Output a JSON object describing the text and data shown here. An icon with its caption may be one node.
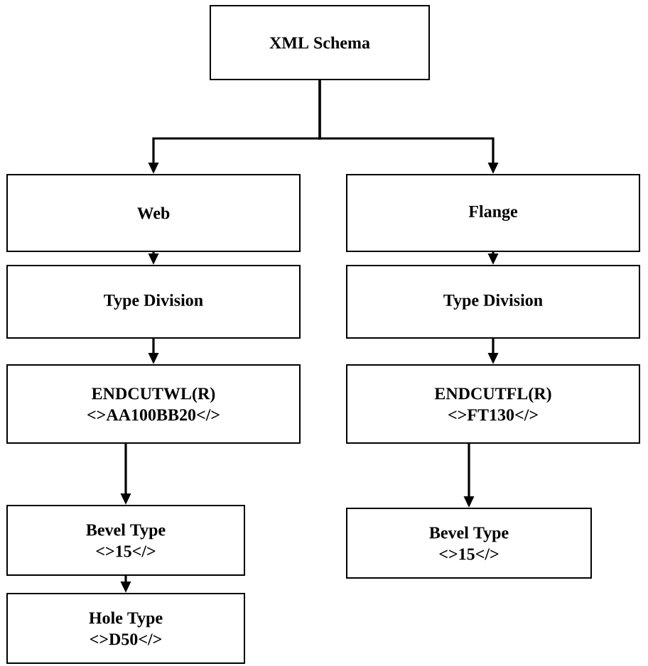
{
  "diagram": {
    "nodes": [
      {
        "text": [
          "XML Schema"
        ]
      },
      {
        "text": [
          "Web"
        ]
      },
      {
        "text": [
          "Flange"
        ]
      },
      {
        "text": [
          "Type Division"
        ]
      },
      {
        "text": [
          "Type Division"
        ]
      },
      {
        "text": [
          "ENDCUTWL(R)",
          "<>AA100BB20</>"
        ]
      },
      {
        "text": [
          "ENDCUTFL(R)",
          "<>FT130</>"
        ]
      },
      {
        "text": [
          "Bevel Type",
          "<>15</>"
        ]
      },
      {
        "text": [
          "Bevel Type",
          "<>15</>"
        ]
      },
      {
        "text": [
          "Hole Type",
          "<>D50</>"
        ]
      }
    ],
    "edges": [
      {
        "from": 0,
        "to": 1,
        "arrow": "to"
      },
      {
        "from": 0,
        "to": 2,
        "arrow": "to"
      },
      {
        "from": 1,
        "to": 3,
        "arrow": "to"
      },
      {
        "from": 2,
        "to": 4,
        "arrow": "to"
      },
      {
        "from": 3,
        "to": 5,
        "arrow": "to"
      },
      {
        "from": 4,
        "to": 6,
        "arrow": "to"
      },
      {
        "from": 5,
        "to": 7,
        "arrow": "to"
      },
      {
        "from": 6,
        "to": 8,
        "arrow": "to"
      },
      {
        "from": 7,
        "to": 9,
        "arrow": "to"
      }
    ]
  }
}
